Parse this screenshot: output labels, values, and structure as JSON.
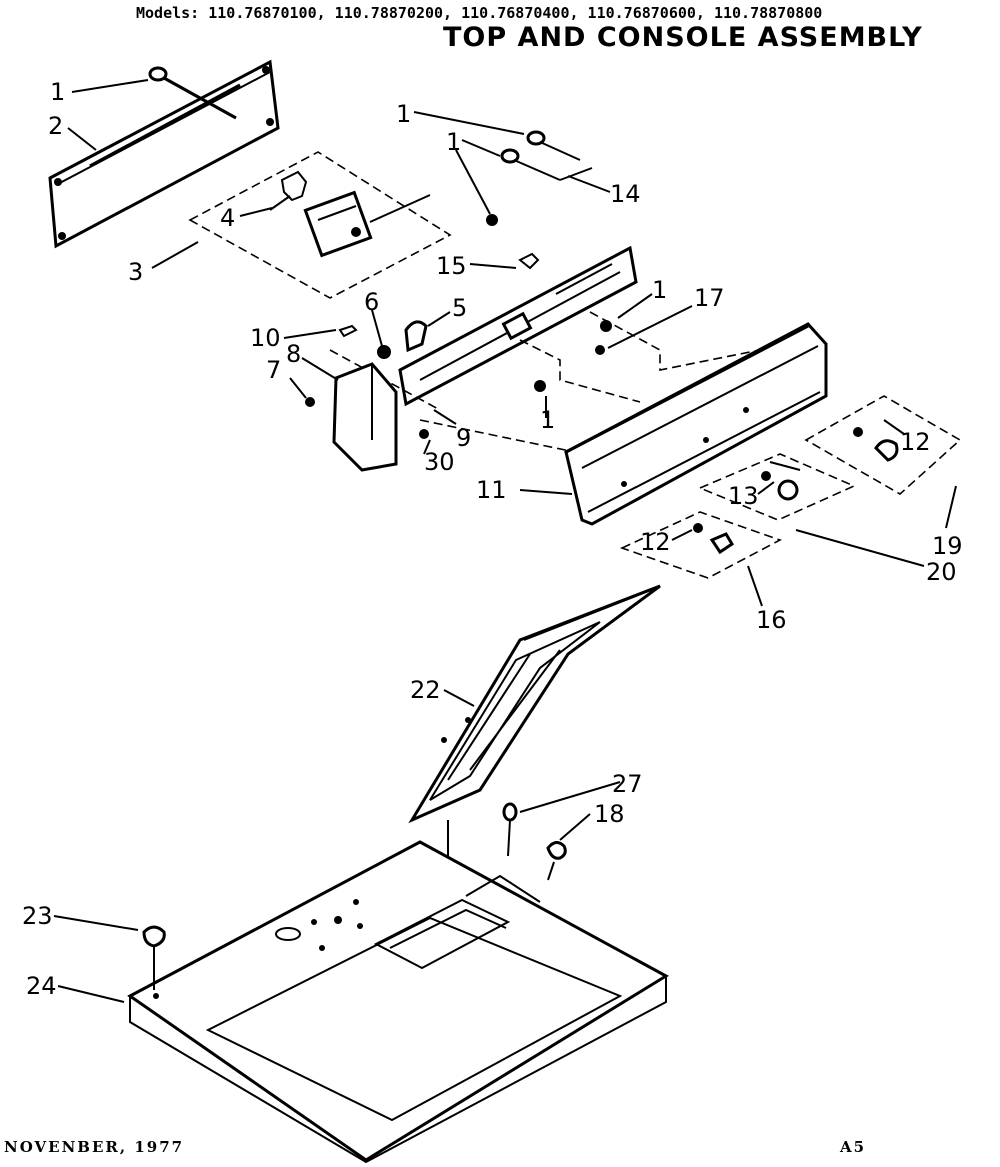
{
  "header": {
    "models": "Models: 110.76870100, 110.78870200, 110.76870400, 110.76870600, 110.78870800",
    "title": "TOP AND CONSOLE ASSEMBLY"
  },
  "footer": {
    "date": "NOVENBER, 1977",
    "page": "A5"
  },
  "callouts": {
    "c1a": "1",
    "c2": "2",
    "c1b": "1",
    "c1c": "1",
    "c14": "14",
    "c4": "4",
    "c3": "3",
    "c15": "15",
    "c1d": "1",
    "c17": "17",
    "c6": "6",
    "c5": "5",
    "c10": "10",
    "c8": "8",
    "c7": "7",
    "c1e": "1",
    "c9": "9",
    "c30": "30",
    "c12a": "12",
    "c11": "11",
    "c13": "13",
    "c12b": "12",
    "c19": "19",
    "c20": "20",
    "c16": "16",
    "c22": "22",
    "c27": "27",
    "c18": "18",
    "c23": "23",
    "c24": "24"
  }
}
